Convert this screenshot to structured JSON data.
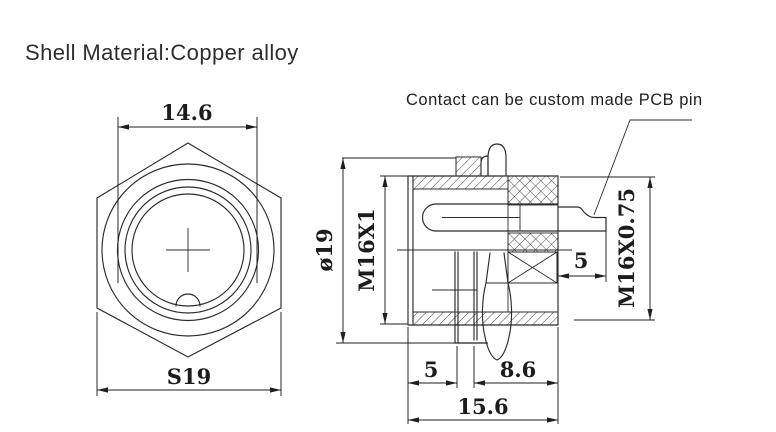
{
  "title": "Shell Material:Copper alloy",
  "annotation": "Contact can be custom made PCB pin",
  "colors": {
    "ink": "#2b2b2b",
    "background": "#ffffff"
  },
  "front_view": {
    "width_dim": "14.6",
    "hex_dim": "S19"
  },
  "side_view": {
    "diameter_dim": "ø19",
    "front_thread_dim": "M16X1",
    "rear_thread_dim": "M16X0.75",
    "pin_length_dim": "5",
    "front_offset_dim": "5",
    "body_length_dim": "8.6",
    "total_length_dim": "15.6"
  }
}
